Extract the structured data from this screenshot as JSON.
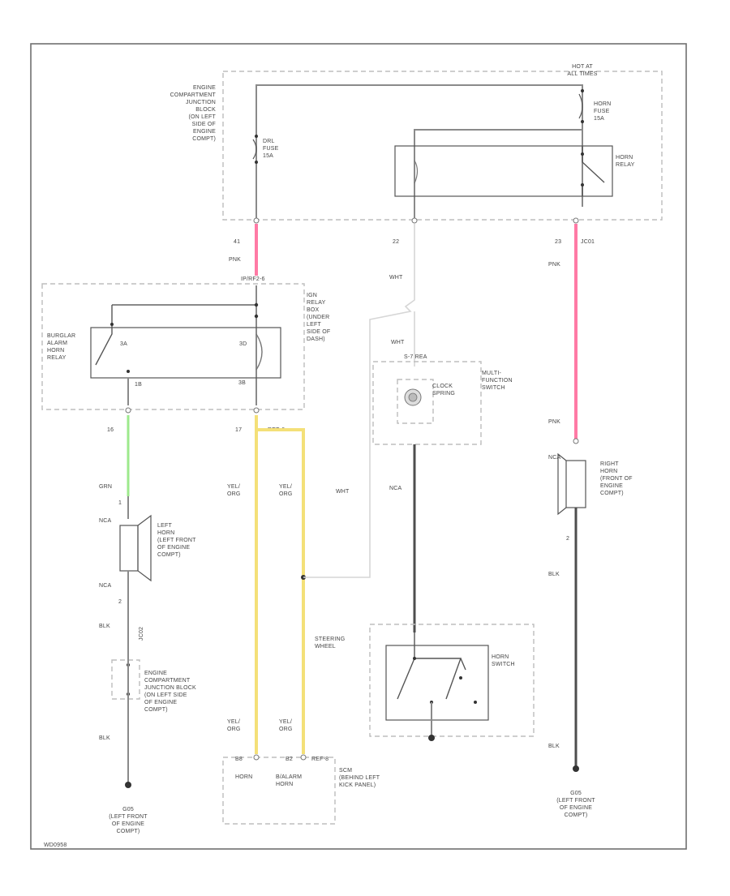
{
  "diagram": {
    "hot_at_all_times": "HOT AT\nALL TIMES",
    "ecjb_label": "ENGINE\nCOMPARTMENT\nJUNCTION\nBLOCK\n(ON LEFT\nSIDE OF\nENGINE\nCOMPT)",
    "drl_fuse": "DRL\nFUSE\n15A",
    "horn_fuse": "HORN\nFUSE\n15A",
    "horn_relay": "HORN\nRELAY",
    "pin_41": "41",
    "pin_22": "22",
    "pin_23": "23",
    "jc01": "JC01",
    "pnk_top": "PNK",
    "pnk_right": "PNK",
    "pnk_right2": "PNK",
    "wht_1": "WHT",
    "wht_2": "WHT",
    "wht_3": "WHT",
    "ip_conn": "IP/RF2-6",
    "ign_relay_box": "IGN\nRELAY\nBOX\n(UNDER\nLEFT\nSIDE OF\nDASH)",
    "burglar_relay": "BURGLAR\nALARM\nHORN\nRELAY",
    "relay_pin_3": "3A",
    "relay_pin_4": "3D",
    "relay_pin_1": "1B",
    "relay_pin_2": "3B",
    "pin_16": "16",
    "pin_17": "17",
    "ref_conn": "REF-6",
    "grn": "GRN",
    "yel_org_1": "YEL/\nORG",
    "yel_org_2": "YEL/\nORG",
    "yel_org_3": "YEL/\nORG",
    "yel_org_4": "YEL/\nORG",
    "pin_1a": "1",
    "nca_left": "NCA",
    "left_horn": "LEFT\nHORN\n(LEFT FRONT\nOF ENGINE\nCOMPT)",
    "nca_left2": "NCA",
    "pin_2a": "2",
    "blk_left": "BLK",
    "jc02": "JC02",
    "ecjb_left": "ENGINE\nCOMPARTMENT\nJUNCTION BLOCK\n(ON LEFT SIDE\nOF ENGINE\nCOMPT)",
    "blk_left2": "BLK",
    "g05_left": "G05\n(LEFT FRONT\nOF ENGINE\nCOMPT)",
    "s_conn": "S-7 REA",
    "clock_spring": "CLOCK\nSPRING",
    "multi_switch": "MULTI-\nFUNCTION\nSWITCH",
    "nca_mid": "NCA",
    "steering_wheel": "STEERING\nWHEEL",
    "horn_switch": "HORN\nSWITCH",
    "right_horn": "RIGHT\nHORN\n(FRONT OF\nENGINE\nCOMPT)",
    "nca_right": "NCA",
    "pin_2b": "2",
    "blk_right": "BLK",
    "blk_right2": "BLK",
    "g05_right": "G05\n(LEFT FRONT\nOF ENGINE\nCOMPT)",
    "horn": "HORN",
    "b_alarm_horn": "B/ALARM\nHORN",
    "scm": "SCM\n(BEHIND LEFT\nKICK PANEL)",
    "scm_pin": "B8",
    "scm_pin2": "B2",
    "scm_conn": "REF-8",
    "footer_id": "WD0958"
  }
}
